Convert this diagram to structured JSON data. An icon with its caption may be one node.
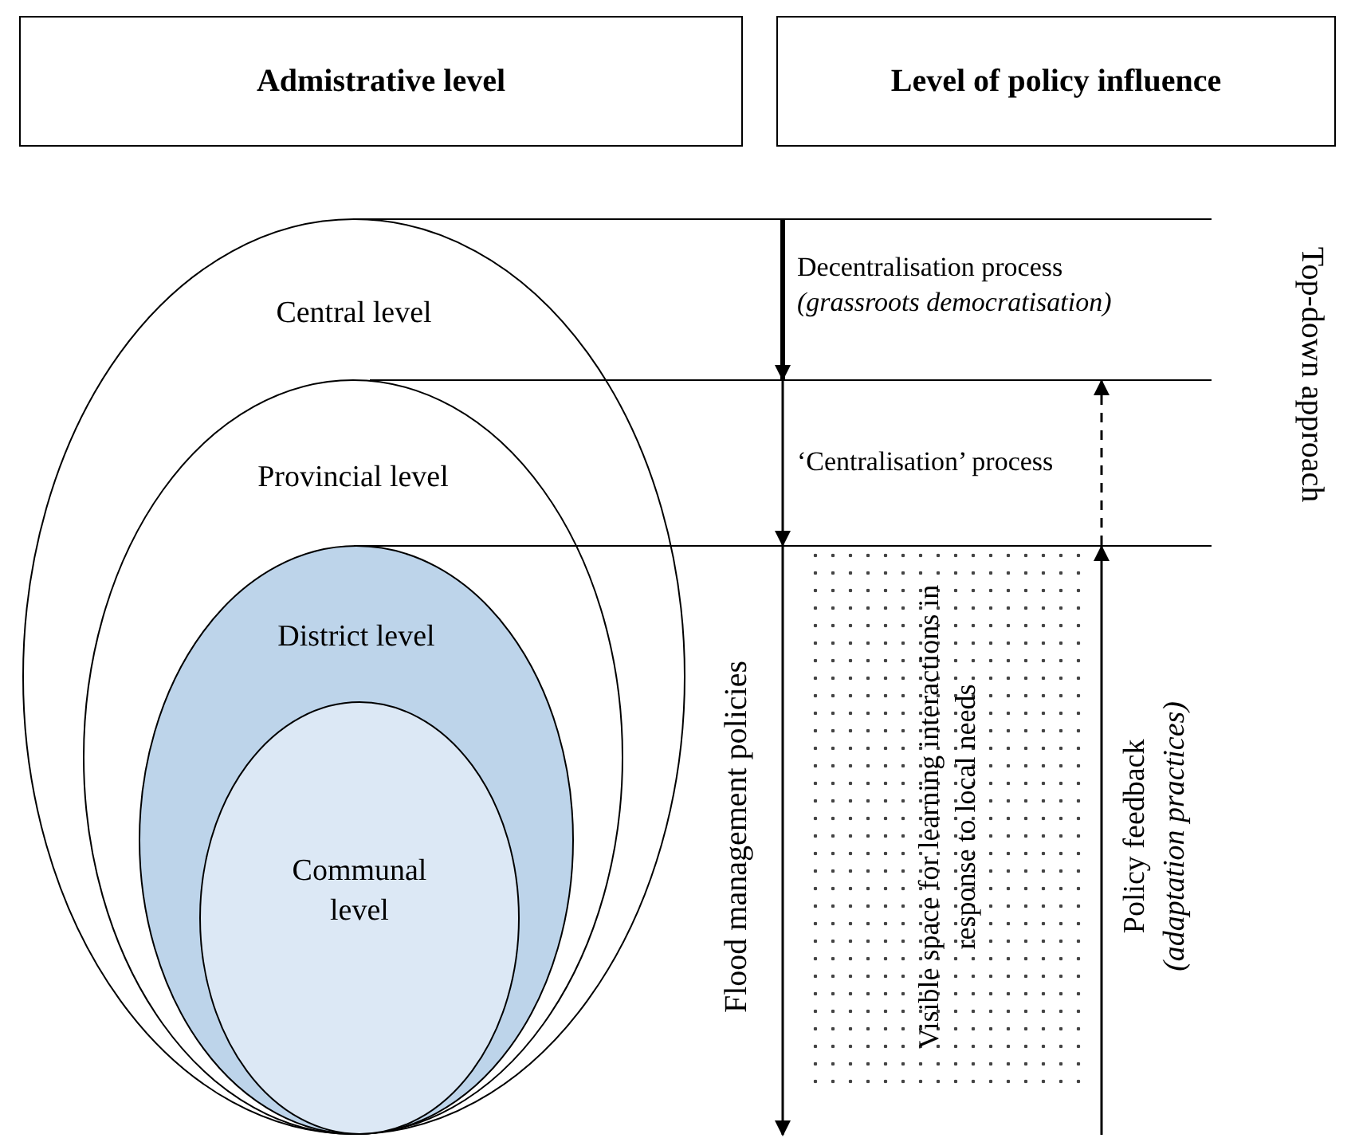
{
  "diagram": {
    "nodes": [
      {
        "text": [
          "Admistrative level"
        ]
      },
      {
        "text": [
          "Level of policy influence"
        ]
      },
      {
        "text": [
          "Central level"
        ]
      },
      {
        "text": [
          "Provincial level"
        ],
        "in": 2
      },
      {
        "text": [
          "District level"
        ],
        "in": 3
      },
      {
        "text": [
          "Communal level"
        ],
        "in": 4
      },
      {
        "text": [
          "Visible space for learning interactions in response to local needs"
        ]
      },
      {
        "text": [],
        "shape": "bar"
      },
      {
        "text": [],
        "shape": "bar"
      },
      {
        "text": [],
        "shape": "bar"
      }
    ],
    "edges": [
      {
        "from": 7,
        "to": 8,
        "arrow": "to",
        "style": "thick",
        "label": "Decentralisation process *(grassroots democratisation)*"
      },
      {
        "from": 8,
        "to": 9,
        "arrow": "to",
        "label": "‘Centralisation’ process"
      },
      {
        "from": 9,
        "to": null,
        "arrow": "to",
        "label": "Flood management policies"
      },
      {
        "from": 9,
        "to": 8,
        "arrow": "to",
        "style": "dashed"
      },
      {
        "from": null,
        "to": 9,
        "arrow": "to",
        "label": "Policy feedback *(adaptation practices)*"
      }
    ],
    "labels": [
      "Top-down approach"
    ]
  }
}
